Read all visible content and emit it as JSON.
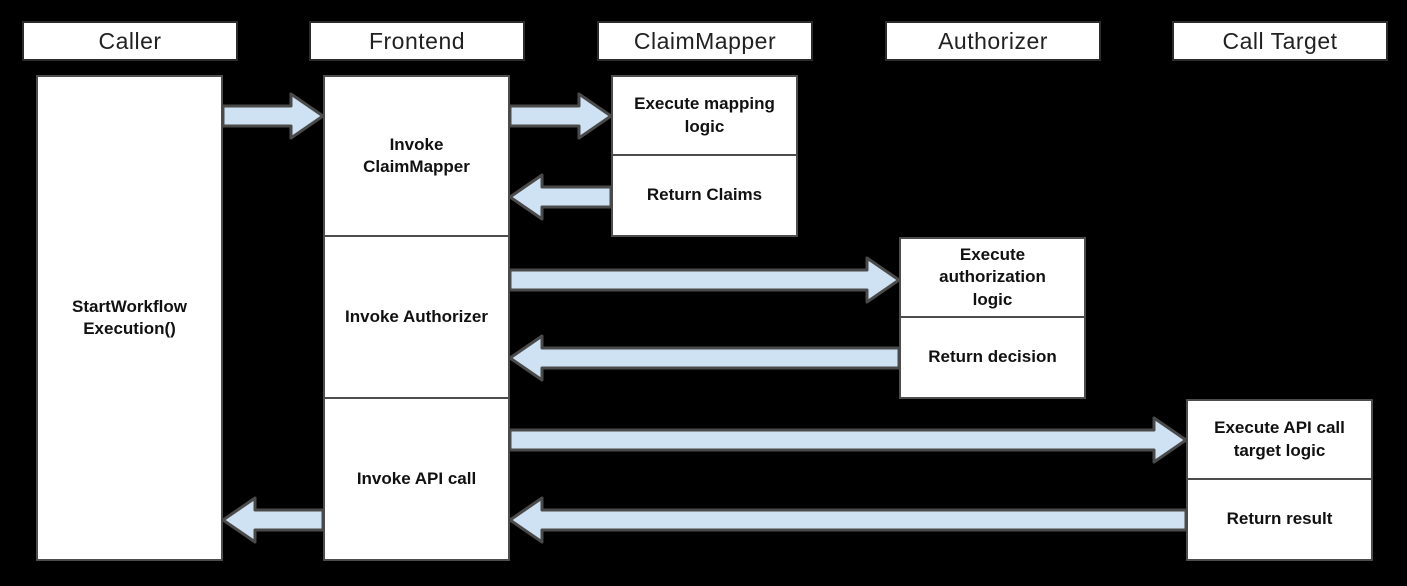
{
  "diagram": {
    "type": "sequence",
    "columns": [
      {
        "header": "Caller",
        "boxes": [
          {
            "label": "StartWorkflow Execution()"
          }
        ]
      },
      {
        "header": "Frontend",
        "boxes": [
          {
            "label": "Invoke ClaimMapper"
          },
          {
            "label": "Invoke Authorizer"
          },
          {
            "label": "Invoke API call"
          }
        ]
      },
      {
        "header": "ClaimMapper",
        "boxes": [
          {
            "label": "Execute mapping logic"
          },
          {
            "label": "Return Claims"
          }
        ]
      },
      {
        "header": "Authorizer",
        "boxes": [
          {
            "label": "Execute authorization logic"
          },
          {
            "label": "Return decision"
          }
        ]
      },
      {
        "header": "Call Target",
        "boxes": [
          {
            "label": "Execute API call target logic"
          },
          {
            "label": "Return result"
          }
        ]
      }
    ],
    "arrows": [
      {
        "from": "Caller",
        "to": "Frontend",
        "direction": "right"
      },
      {
        "from": "Frontend",
        "to": "ClaimMapper",
        "direction": "right"
      },
      {
        "from": "ClaimMapper",
        "to": "Frontend",
        "direction": "left"
      },
      {
        "from": "Frontend",
        "to": "Authorizer",
        "direction": "right"
      },
      {
        "from": "Authorizer",
        "to": "Frontend",
        "direction": "left"
      },
      {
        "from": "Frontend",
        "to": "Call Target",
        "direction": "right"
      },
      {
        "from": "Call Target",
        "to": "Frontend",
        "direction": "left"
      },
      {
        "from": "Frontend",
        "to": "Caller",
        "direction": "left"
      }
    ],
    "colors": {
      "background": "#000000",
      "box_fill": "#ffffff",
      "box_border": "#4d4d4d",
      "header_border": "#2b2b2b",
      "arrow_fill": "#cfe2f3",
      "arrow_stroke": "#4a4a4a",
      "text": "#111111"
    }
  }
}
